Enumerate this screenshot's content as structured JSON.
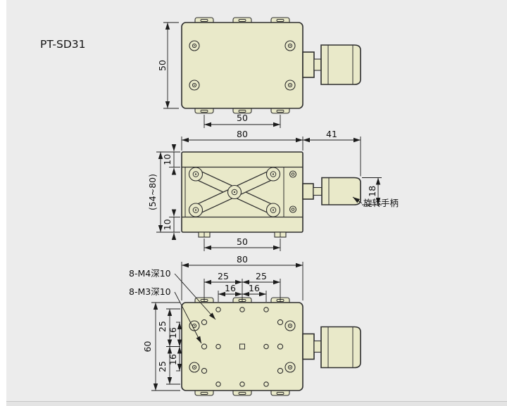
{
  "title": "PT-SD31",
  "colors": {
    "background": "#ececec",
    "body_fill": "#e9e9c9",
    "outline": "#2e2e2e",
    "dimension_line": "#1c1c1c"
  },
  "top_view": {
    "dim_height": "50",
    "dim_slot_spacing": "50"
  },
  "front_view": {
    "dim_width": "80",
    "dim_handle_length": "41",
    "dim_top_plate": "10",
    "dim_height_range": "(54~80)",
    "dim_bottom_plate": "10",
    "dim_handle_dia": "18",
    "dim_slot_spacing": "50",
    "callout_handle": "旋转手柄"
  },
  "bottom_view": {
    "dim_width": "80",
    "dim_col_left_25": "25",
    "dim_col_right_25": "25",
    "dim_col_left_16": "16",
    "dim_col_right_16": "16",
    "dim_height": "60",
    "dim_row_top_25": "25",
    "dim_row_top_16": "16",
    "dim_row_bottom_16": "16",
    "dim_row_bottom_25": "25",
    "callout_m4_holes": "8-M4深10",
    "callout_m3_holes": "8-M3深10"
  }
}
